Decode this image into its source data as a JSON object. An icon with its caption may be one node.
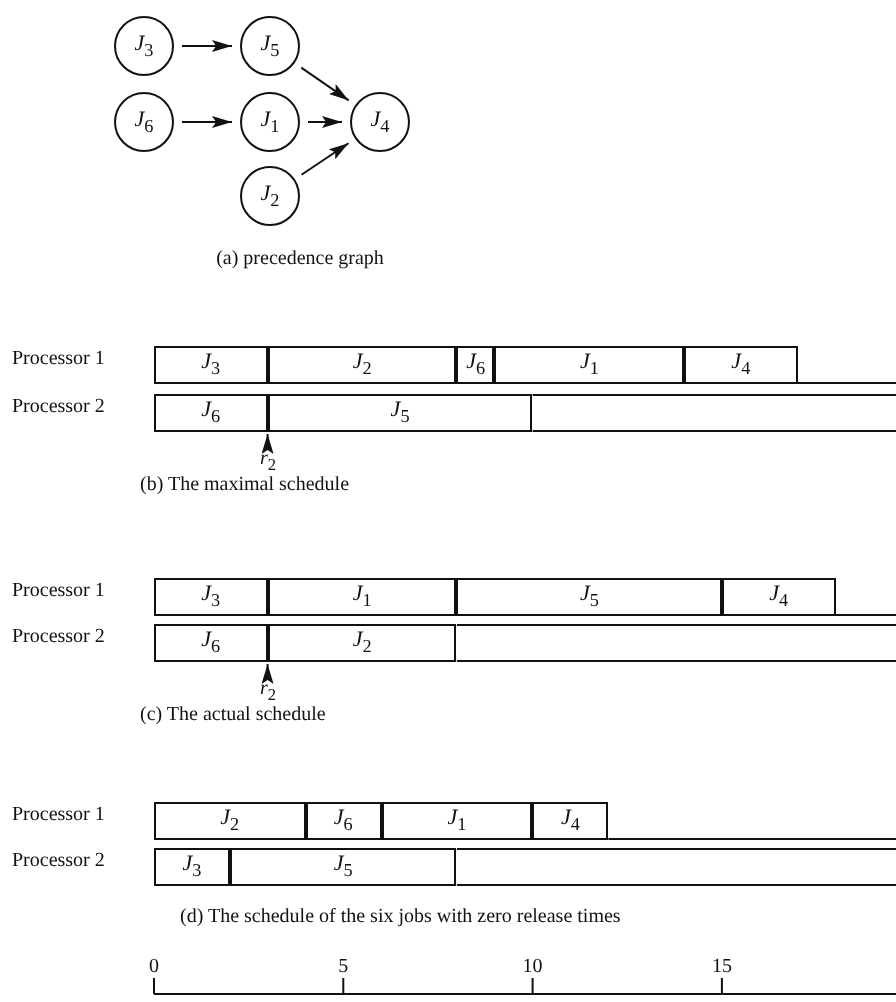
{
  "diagram": {
    "nodes": [
      {
        "text": [
          "*J*$_{3}$"
        ]
      },
      {
        "text": [
          "*J*$_{5}$"
        ]
      },
      {
        "text": [
          "*J*$_{6}$"
        ]
      },
      {
        "text": [
          "*J*$_{1}$"
        ]
      },
      {
        "text": [
          "*J*$_{4}$"
        ]
      },
      {
        "text": [
          "*J*$_{2}$"
        ]
      },
      {
        "text": [
          "*J*$_{3}$"
        ]
      },
      {
        "text": [
          "*J*$_{2}$"
        ]
      },
      {
        "text": [
          "*J*$_{6}$"
        ]
      },
      {
        "text": [
          "*J*$_{1}$"
        ]
      },
      {
        "text": [
          "*J*$_{4}$"
        ]
      },
      {
        "text": [
          "*J*$_{6}$"
        ]
      },
      {
        "text": [
          "*J*$_{5}$"
        ]
      },
      {
        "text": [
          "*J*$_{3}$"
        ]
      },
      {
        "text": [
          "*J*$_{1}$"
        ]
      },
      {
        "text": [
          "*J*$_{5}$"
        ]
      },
      {
        "text": [
          "*J*$_{4}$"
        ]
      },
      {
        "text": [
          "*J*$_{6}$"
        ]
      },
      {
        "text": [
          "*J*$_{2}$"
        ]
      },
      {
        "text": [
          "*J*$_{2}$"
        ]
      },
      {
        "text": [
          "*J*$_{6}$"
        ]
      },
      {
        "text": [
          "*J*$_{1}$"
        ]
      },
      {
        "text": [
          "*J*$_{4}$"
        ]
      },
      {
        "text": [
          "*J*$_{3}$"
        ]
      },
      {
        "text": [
          "*J*$_{5}$"
        ]
      }
    ],
    "edges": [
      {
        "from": 0,
        "to": 1,
        "arrow": "to"
      },
      {
        "from": 2,
        "to": 3,
        "arrow": "to"
      },
      {
        "from": 1,
        "to": 4,
        "arrow": "to"
      },
      {
        "from": 3,
        "to": 4,
        "arrow": "to"
      },
      {
        "from": 5,
        "to": 4,
        "arrow": "to"
      }
    ],
    "labels": [
      "(a) precedence graph",
      "Processor 1",
      "Processor 2",
      "*r*$_{2}$",
      "(b) The maximal schedule",
      "Processor 1",
      "Processor 2",
      "*r*$_{2}$",
      "(c) The actual schedule",
      "Processor 1",
      "Processor 2",
      "(d) The schedule of the six jobs with zero release times",
      "0",
      "5",
      "10",
      "15"
    ]
  }
}
